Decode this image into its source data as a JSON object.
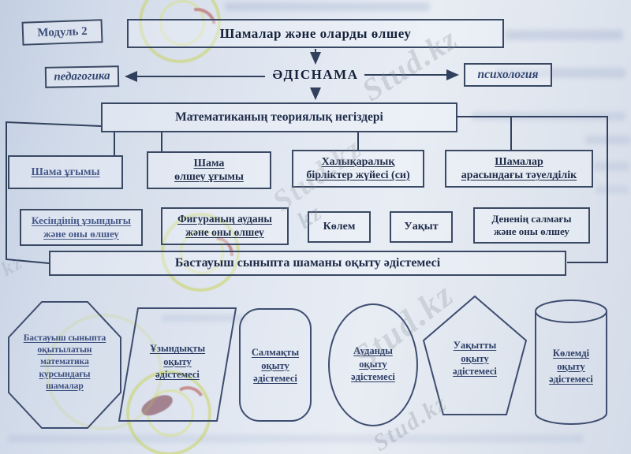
{
  "diagram": {
    "module_label": "Модуль 2",
    "title": "Шамалар және оларды өлшеу",
    "hub_label": "ӘДІСНАМА",
    "left_branch": "педагогика",
    "right_branch": "психология",
    "theory_title": "Математиканың теориялық негіздері",
    "concept_boxes": [
      {
        "label": "Шама ұғымы"
      },
      {
        "label": "Шама\nөлшеу ұғымы"
      },
      {
        "label": "Халықаралық\nбірліктер жүйесі (си)"
      },
      {
        "label": "Шамалар\nарасындағы тәуелділік"
      }
    ],
    "measure_boxes": [
      {
        "label": "Кесіндінің ұзындығы\nжәне оны өлшеу"
      },
      {
        "label": "Фигураның ауданы\nжәне оны өлшеу"
      },
      {
        "label": "Көлем"
      },
      {
        "label": "Уақыт"
      },
      {
        "label": "Дененің салмағы\nжәне оны өлшеу"
      }
    ],
    "methodology_bar": "Бастауыш сыныпта шаманы оқыту әдістемесі",
    "method_shapes": [
      {
        "type": "octagon",
        "label": "Бастауыш сыныпта\nоқытылатын\nматематика\nкурсындағы\nшамалар"
      },
      {
        "type": "parallelogram",
        "label": "Ұзындықты\nоқыту\nәдістемесі"
      },
      {
        "type": "rounded-rect",
        "label": "Салмақты\nоқыту\nәдістемесі"
      },
      {
        "type": "ellipse",
        "label": "Ауданды\nоқыту\nәдістемесі"
      },
      {
        "type": "pentagon",
        "label": "Уақытты\nоқыту\nәдістемесі"
      },
      {
        "type": "cylinder",
        "label": "Көлемді\nоқыту\nәдістемесі"
      }
    ],
    "watermark": {
      "brand": "Stud.kz",
      "brand_short": "kz"
    },
    "colors": {
      "ink": "#1e2c49",
      "ink_light": "#46598a",
      "line": "#31405d",
      "paper": "#dfe6f0",
      "watermark_gray": "#868d98",
      "logo_green": "#c6d24d",
      "logo_red": "#b03a2e",
      "logo_maroon": "#6d2433"
    }
  }
}
